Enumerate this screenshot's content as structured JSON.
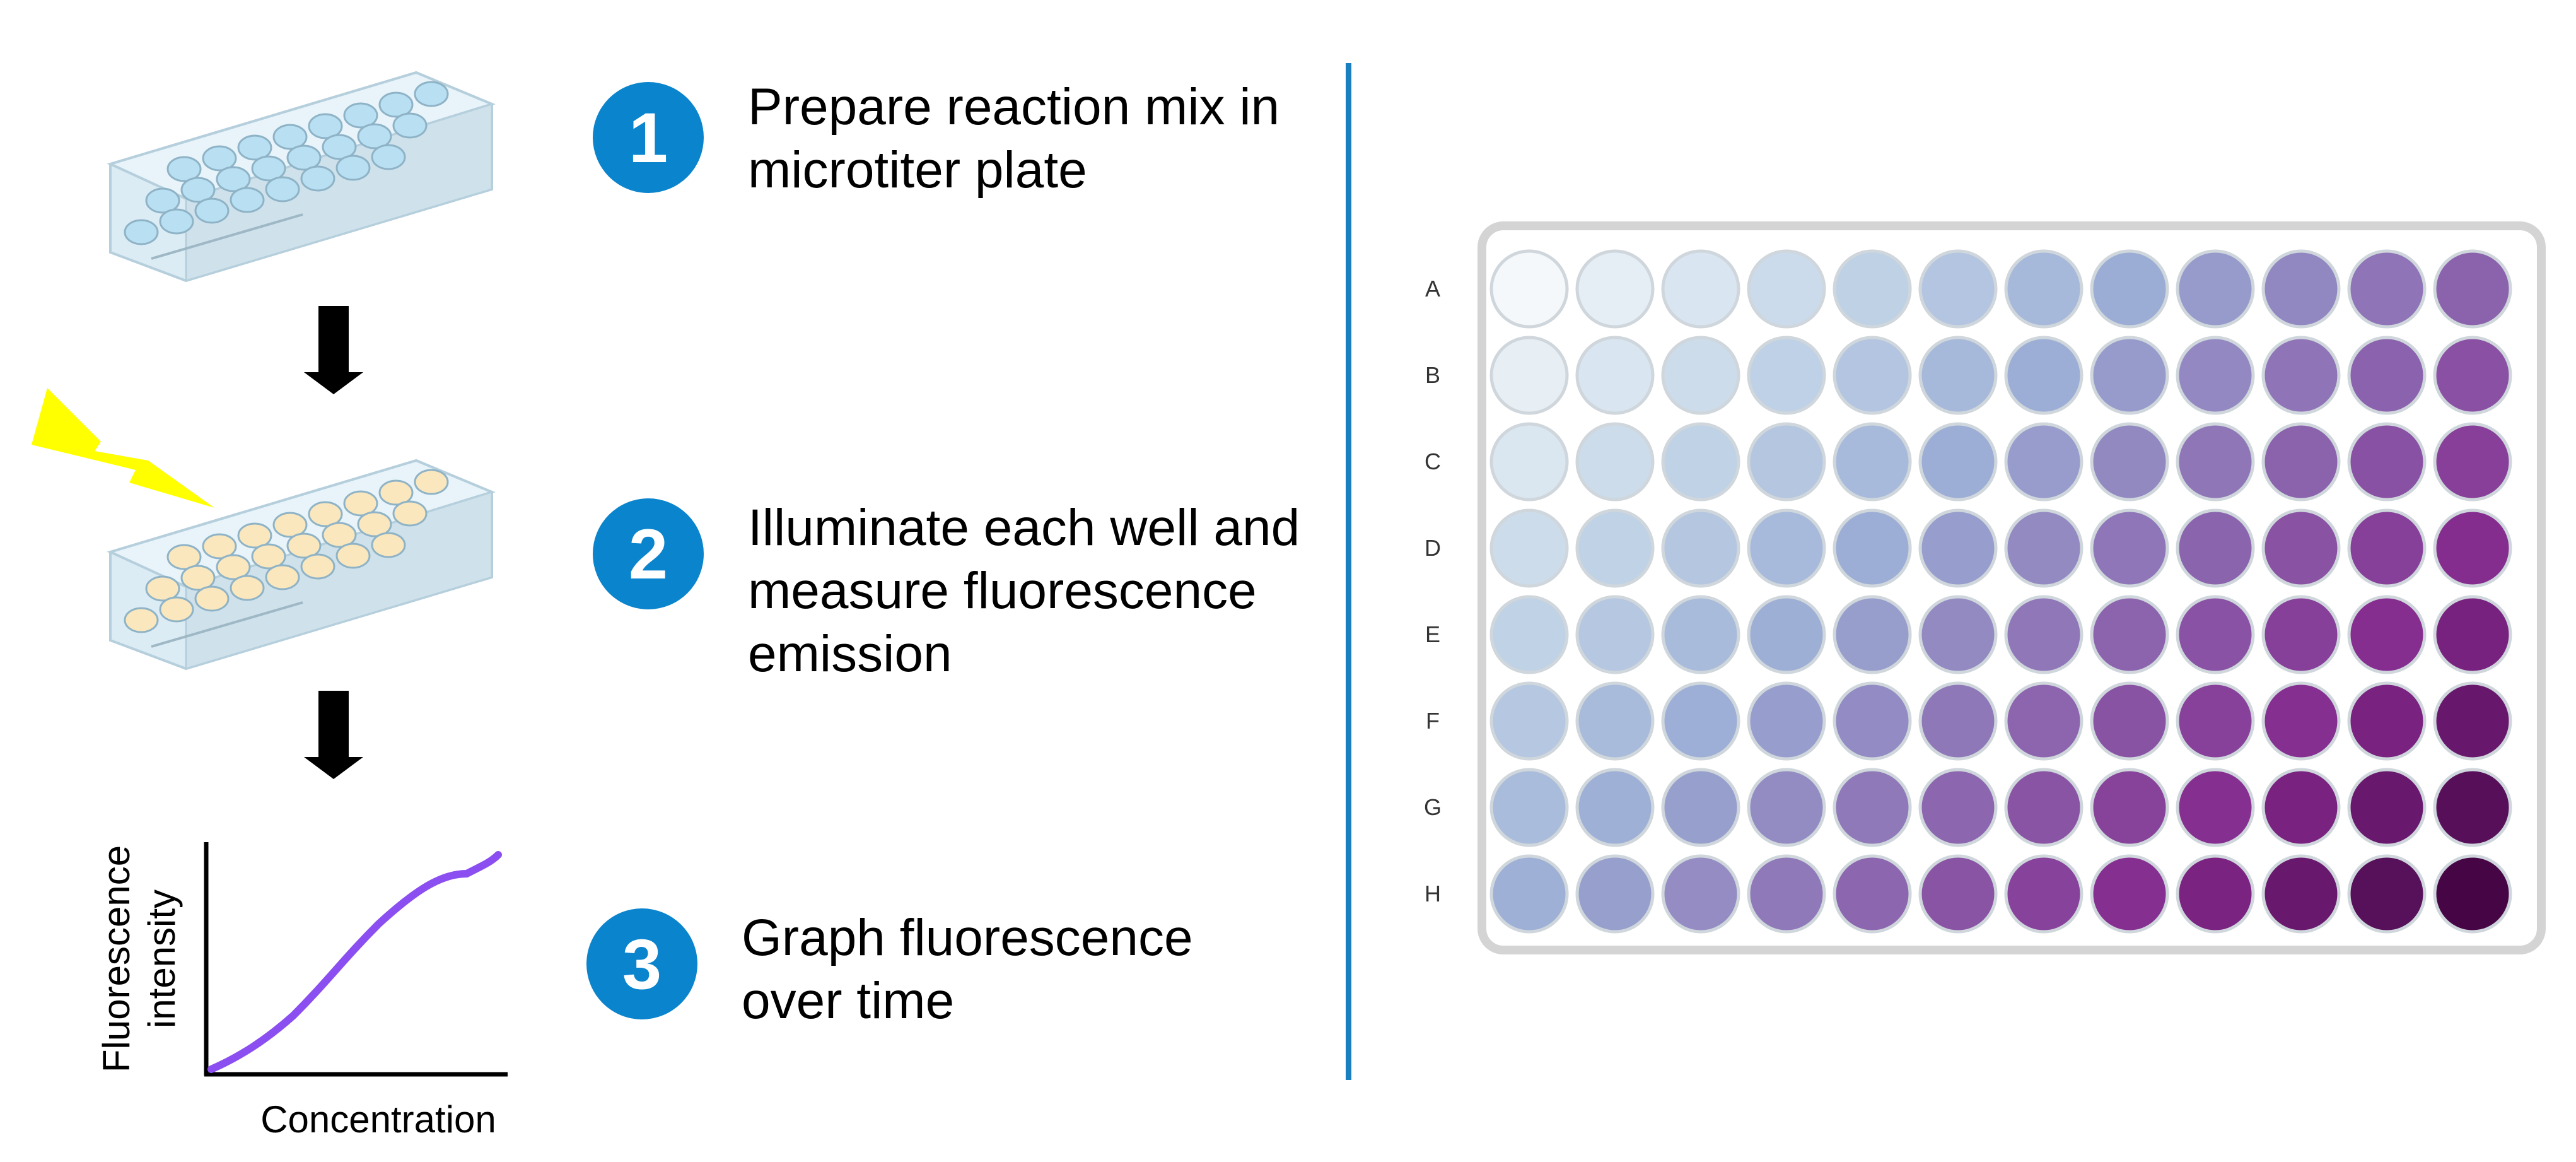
{
  "steps": [
    {
      "number": "1",
      "text": "Prepare reaction mix in\nmicrotiter plate"
    },
    {
      "number": "2",
      "text": "Illuminate each well and\nmeasure fluorescence\nemission"
    },
    {
      "number": "3",
      "text": "Graph fluorescence\nover time"
    }
  ],
  "mini_chart": {
    "xlabel": "Concentration",
    "ylabel_line1": "Fluorescence",
    "ylabel_line2": "intensity",
    "line_color": "#8b4ef0"
  },
  "plate": {
    "rows": [
      "A",
      "B",
      "C",
      "D",
      "E",
      "F",
      "G",
      "H"
    ],
    "columns": 12,
    "gradient_note": "color deepens from pale blue (top-left) to dark purple (bottom-right)"
  },
  "colors": {
    "badge": "#0a84cc",
    "divider": "#1a7fbf",
    "lightning": "#ffff00",
    "plate_blue_well": "#b9dff2",
    "plate_yellow_well": "#fbe7bd",
    "arrow": "#000000"
  }
}
